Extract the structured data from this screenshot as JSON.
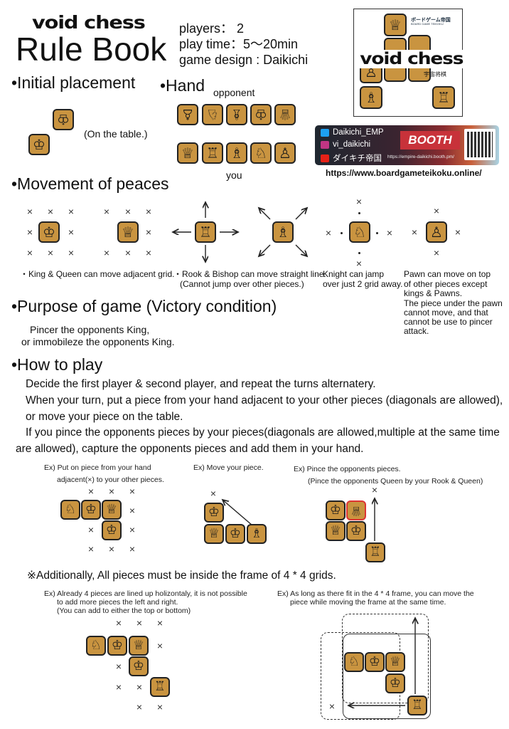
{
  "header": {
    "logo": "void chess",
    "title": "Rule Book",
    "players": "players： 2",
    "play_time": "play time：5〜20min",
    "design": "game design : Daikichi"
  },
  "box_art": {
    "publisher": "ボードゲーム帝国",
    "publisher_en": "BOARD GAME TEIKOKU",
    "logo": "void chess",
    "subtitle": "宇宙将棋"
  },
  "social": {
    "twitter": "Daikichi_EMP",
    "instagram": "vi_daikichi",
    "youtube": "ダイキチ帝国",
    "booth": "BOOTH",
    "booth_url": "https://empire-daikichi.booth.pm/",
    "site_url": "https://www.boardgameteikoku.online/",
    "colors": {
      "twitter": "#1da1f2",
      "instagram": "#c13584",
      "youtube": "#e62117",
      "booth": "#c8323a"
    }
  },
  "piece_color": "#c99440",
  "sections": {
    "initial": {
      "heading": "•Initial placement",
      "note": "(On the table.)"
    },
    "hand": {
      "heading": "•Hand",
      "opponent": "opponent",
      "you": "you"
    },
    "movement": {
      "heading": "•Movement of peaces",
      "king_queen": "・King & Queen can move adjacent grid.",
      "rook_bishop": [
        "・Rook & Bishop can move straight line.",
        "(Cannot jump over other pieces.)"
      ],
      "knight": [
        "Knight can jamp",
        "over just 2 grid away."
      ],
      "pawn": [
        "Pawn can move on top",
        "of other pieces except",
        "kings & Pawns.",
        "The piece under the pawn",
        "cannot move, and that",
        "cannot be use to pincer",
        "attack."
      ]
    },
    "purpose": {
      "heading": "•Purpose of game (Victory condition)",
      "lines": [
        "Pincer the opponents King,",
        "or immobileze the opponents King."
      ]
    },
    "how": {
      "heading": "•How to play",
      "lines": [
        "Decide the first player & second player, and repeat the turns alternatery.",
        "When your turn, put a piece from your hand adjacent to your other pieces (diagonals are allowed),",
        "or move your piece on the table.",
        "If you pince the opponents pieces by your pieces(diagonals are allowed,multiple at the same time",
        "are allowed), capture the opponents pieces and add them in your hand."
      ],
      "ex1": [
        "Ex) Put on piece from your hand",
        "adjacent(×) to your other pieces."
      ],
      "ex2": "Ex) Move your piece.",
      "ex3": [
        "Ex) Pince the opponents pieces.",
        "(Pince the opponents Queen by your Rook & Queen)"
      ]
    },
    "frame": {
      "note": "※Additionally, All pieces must be inside the frame of 4 * 4 grids.",
      "ex1": [
        "Ex) Already 4 pieces are lined up holizontaly, it is not possible",
        "to add more pieces the left and right.",
        "(You can add to either the top or bottom)"
      ],
      "ex2": [
        "Ex) As long as there fit in the 4 * 4 frame, you can move the",
        "piece while moving the frame at the same time."
      ]
    }
  }
}
